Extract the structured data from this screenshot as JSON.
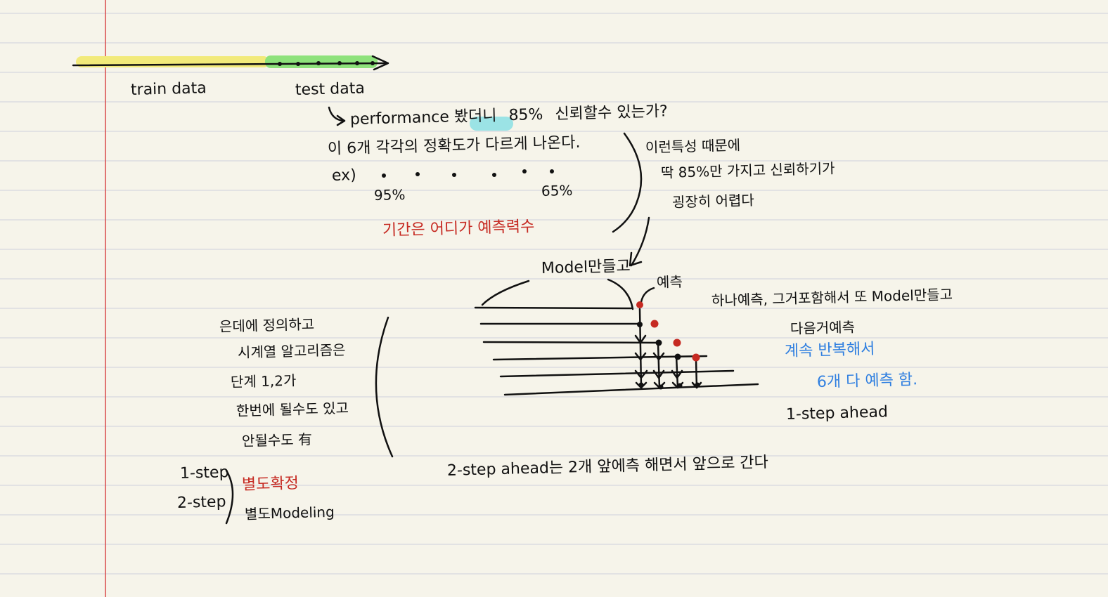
{
  "colors": {
    "paper": "#f6f4ea",
    "rule_line": "#d5d8df",
    "margin_line": "#d94a4a",
    "ink": "#111111",
    "red_ink": "#c62a22",
    "blue_ink": "#2f7fe0",
    "highlight_yellow": "#f2ea7a",
    "highlight_green": "#8ee27b",
    "highlight_cyan": "#9be3e5"
  },
  "timeline": {
    "train_label": "train data",
    "test_label": "test data"
  },
  "performance": {
    "line1_prefix": "performance 봤더니",
    "line1_pct": "85%",
    "line1_suffix": "신뢰할수 있는가?",
    "line2": "이 6개 각각의 정확도가 다르게 나온다.",
    "ex_label": "ex)",
    "first_pct": "95%",
    "last_pct": "65%",
    "red_note": "기간은 어디가 예측력수",
    "right_note_1": "이런특성 때문에",
    "right_note_2": "딱 85%만 가지고 신뢰하기가",
    "right_note_3": "굉장히 어렵다"
  },
  "model": {
    "model_label": "Model만들고",
    "predict_label": "예측",
    "explain_1": "하나예측, 그거포함해서 또 Model만들고",
    "explain_2": "다음거예측",
    "blue_1": "계속 반복해서",
    "blue_2": "6개 다 예측 함.",
    "one_step": "1-step ahead",
    "two_step": "2-step ahead는  2개 앞에측 해면서 앞으로 간다"
  },
  "left_notes": {
    "line1": "은데에 정의하고",
    "line2": "시계열 알고리즘은",
    "line3": "단계 1,2가",
    "line4": "한번에 될수도 있고",
    "line5": "안될수도 有",
    "step1": "1-step",
    "step2": "2-step",
    "red": "별도확정",
    "modeling": "별도Modeling"
  }
}
